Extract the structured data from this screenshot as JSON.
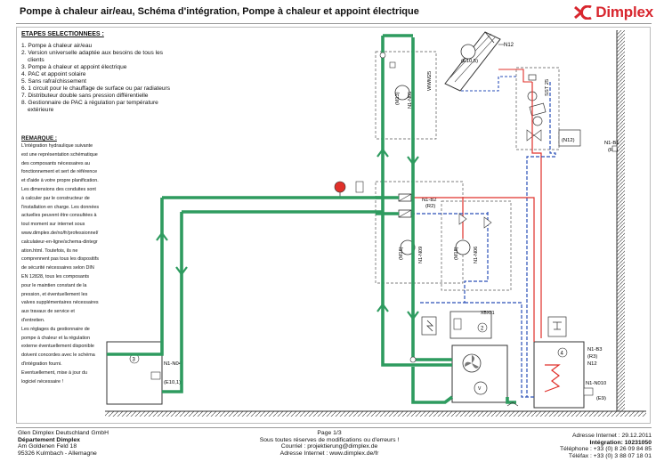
{
  "header": {
    "title": "Pompe à chaleur air/eau, Schéma d'intégration, Pompe à chaleur et appoint électrique",
    "logo_text": "Dimplex",
    "logo_color": "#d8262e"
  },
  "steps": {
    "heading": "ETAPES SELECTIONNEES :",
    "items": [
      "1. Pompe à chaleur air/eau",
      "2. Version universelle adaptée aux besoins de tous les",
      "clients",
      "3. Pompe à chaleur et appoint électrique",
      "4. PAC et appoint solaire",
      "5. Sans rafraîchissement",
      "6. 1 circuit pour le chauffage de surface ou par radiateurs",
      "7. Distributeur double sans pression différentielle",
      "8. Gestionnaire de PAC à régulation par température",
      "extérieure"
    ]
  },
  "remarks": {
    "heading": "REMARQUE :",
    "lines": [
      "L'intégration hydraulique suivante",
      "est une représentation schématique",
      "des composants nécessaires au",
      "fonctionnement et sert de référence",
      "et d'aide à votre propre planification.",
      "Les dimensions des conduites sont",
      "à calculer par le constructeur de",
      "l'installation en charge. Les données",
      "actuelles peuvent être consultées à",
      "tout moment sur internet sous",
      "www.dimplex.de/no/fr/professionnel/",
      "calculateur-en-ligne/schema-dintegr",
      "ation.html. Toutefois, ils ne",
      "comprennent pas tous les dispositifs",
      "de sécurité nécessaires selon DIN",
      "EN 12828, tous les composants",
      "pour le maintien constant de la",
      "pression, et éventuellement les",
      "valves supplémentaires nécessaires",
      "aux travaux de service et",
      "d'entretien.",
      "Les réglages du gestionnaire de",
      "pompe à chaleur et la régulation",
      "externe éventuellement disponible",
      "doivent concordes avec le schéma",
      "d'intégration fourni.",
      "Eventuellement, mise à jour du",
      "logiciel nécessaire !"
    ]
  },
  "diagram": {
    "labels": {
      "n12_top": "N12",
      "e10_5": "(E10,5)",
      "sst_top": "SST 25",
      "wwm25": "WWM25",
      "m13": "(M13)",
      "n1_n05": "N1-N05",
      "n12_ctrl": "(N12)",
      "n1_b1": "N1-B1",
      "r1": "(R1)",
      "n1_b2": "N1-B2",
      "r2": "(R2)",
      "m16": "(M16)",
      "n1_n09": "N1-N09",
      "m18": "(M18)",
      "n1_n06": "N1-N06",
      "component_3": "3",
      "n1_n04": "N1-N04",
      "e10_1": "(E10,1)",
      "component_2": "2",
      "component_4": "4",
      "n1_b3": "N1-B3",
      "r3": "(R3)",
      "n12_tank": "N12",
      "n1_n010": "N1-N010",
      "e9": "(E9)",
      "xbx01": "XBX01"
    },
    "colors": {
      "primary_circuit": "#2e9b5f",
      "heating_flow": "#e0302a",
      "heating_return": "#2a4fb8",
      "equipment": "#444444"
    }
  },
  "footer": {
    "company": "Glen Dimplex Deutschland GmbH",
    "department": "Département Dimplex",
    "street": "Am Goldenen Feld 18",
    "city": "95326 Kulmbach - Allemagne",
    "page": "Page 1/3",
    "disclaimer": "Sous toutes réserves de modifications ou d'erreurs !",
    "mail": "Courriel : projektierung@dimplex.de",
    "web": "Adresse Internet : www.dimplex.de/fr",
    "date": "Adresse Internet : 29.12.2011",
    "integration": "Intégration: 10231050",
    "phone": "Téléphone : +33 (0) 8 26 09 84 85",
    "fax": "Téléfax : +33 (0) 3 88 07 18 01"
  }
}
